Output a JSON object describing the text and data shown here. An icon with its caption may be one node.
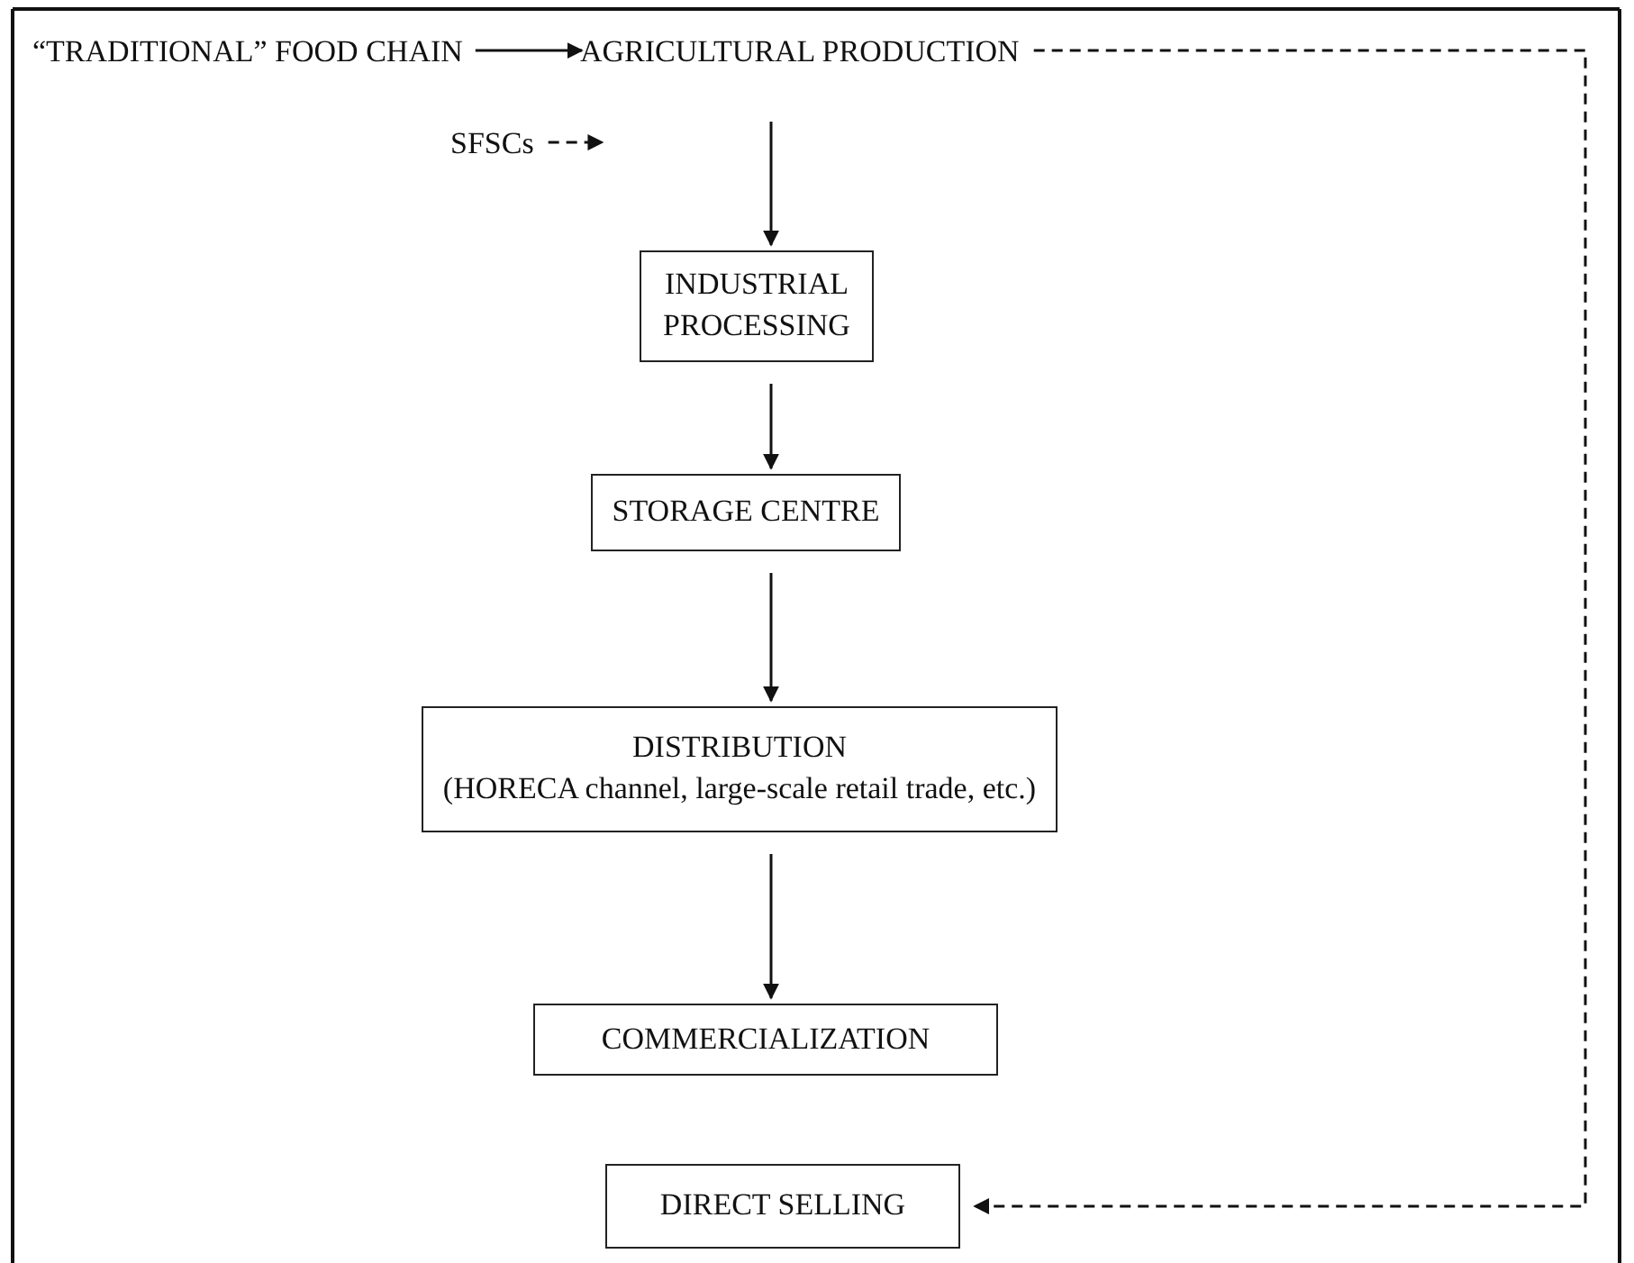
{
  "diagram": {
    "nodes": [
      {
        "text": [
          "“TRADITIONAL” FOOD CHAIN"
        ]
      },
      {
        "text": [
          "AGRICULTURAL PRODUCTION"
        ]
      },
      {
        "text": [
          "SFSCs"
        ]
      },
      {
        "text": [
          "INDUSTRIAL PROCESSING"
        ]
      },
      {
        "text": [
          "STORAGE CENTRE"
        ]
      },
      {
        "text": [
          "DISTRIBUTION",
          "(HORECA channel, large-scale retail trade, etc.)"
        ]
      },
      {
        "text": [
          "COMMERCIALIZATION"
        ]
      },
      {
        "text": [
          "DIRECT SELLING"
        ]
      }
    ],
    "edges": [
      {
        "from": 0,
        "to": 1,
        "arrow": "to"
      },
      {
        "from": 2,
        "to": null,
        "arrow": "to",
        "style": "dashed"
      },
      {
        "from": 1,
        "to": 3,
        "arrow": "to"
      },
      {
        "from": 3,
        "to": 4,
        "arrow": "to"
      },
      {
        "from": 4,
        "to": 5,
        "arrow": "to"
      },
      {
        "from": 5,
        "to": 6,
        "arrow": "to"
      },
      {
        "from": 1,
        "to": 7,
        "arrow": "to",
        "style": "dashed"
      }
    ]
  }
}
